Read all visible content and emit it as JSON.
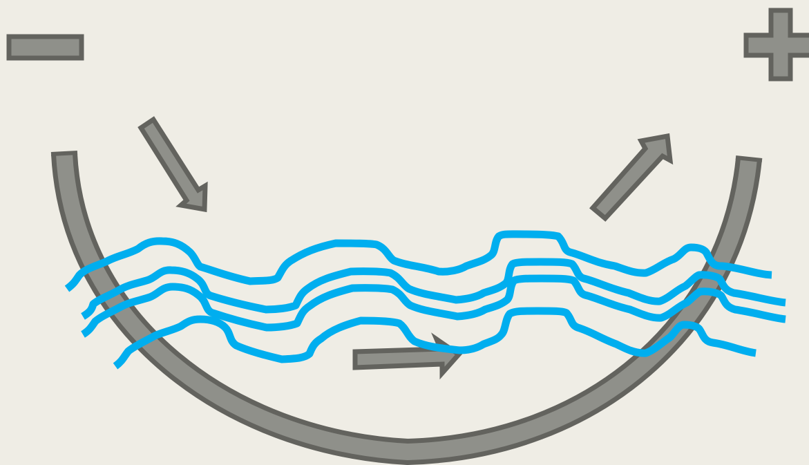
{
  "diagram": {
    "negative_symbol": "minus-sign",
    "positive_symbol": "plus-sign",
    "colors": {
      "background": "#efede5",
      "shape_fill": "#8f908a",
      "shape_stroke": "#63635e",
      "strands": "#00aeef"
    },
    "arrows": [
      "arrow-in-left",
      "arrow-bottom-right",
      "arrow-out-right"
    ],
    "strand_count": 4
  }
}
